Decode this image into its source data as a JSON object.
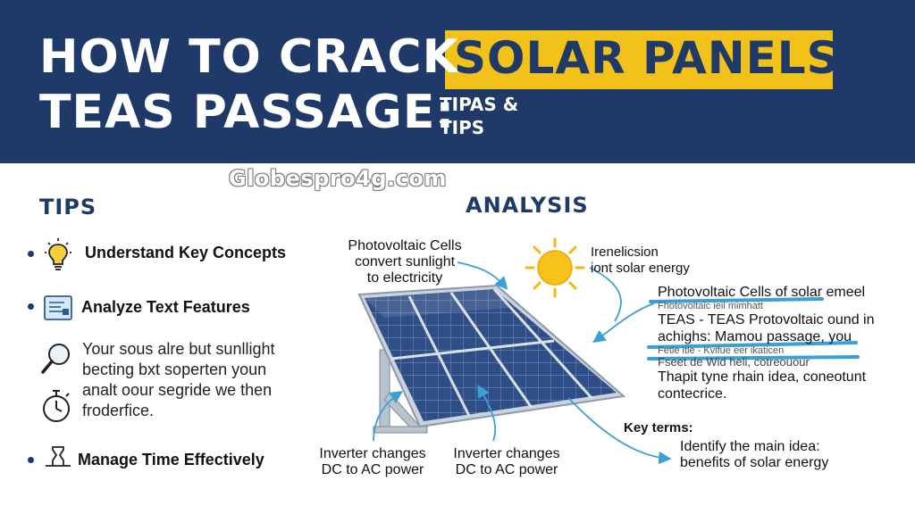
{
  "header": {
    "title_line1": "HOW TO CRACK",
    "title_highlight": "SOLAR PANELS",
    "title_line2": "TEAS PASSAGE:",
    "subtitle_line1": "TIPAS &",
    "subtitle_line2": "TIPS"
  },
  "watermark": "Globespro4g.com",
  "tips": {
    "heading": "TIPS",
    "items": [
      {
        "label": "Understand Key Concepts",
        "icon": "lightbulb-icon"
      },
      {
        "label": "Analyze Text Features",
        "icon": "document-icon"
      },
      {
        "label": "Manage Time Effectively",
        "icon": "hourglass-icon"
      }
    ],
    "paragraph": "Your sous alre but sunllight becting bxt soperten youn analt oour segride we then froderfice.",
    "paragraph_icons": [
      "magnifier-icon",
      "stopwatch-icon"
    ]
  },
  "analysis": {
    "heading": "ANALYSIS",
    "label_cells": [
      "Photovoltaic Cells",
      "convert sunlight",
      "to electricity"
    ],
    "label_sun": [
      "Irenelicsion",
      "iont solar energy"
    ],
    "label_inverter_left": [
      "Inverter changes",
      "DC to AC power"
    ],
    "label_inverter_right": [
      "Inverter changes",
      "DC to AC power"
    ],
    "right_paragraph": [
      "Photovoltaic Cells of solar emeel",
      "Fhotovoltaic ieil mimhatt",
      "TEAS - TEAS Protovoltaic ound in",
      "achighs: Mamou passage, you",
      "Fetle itle - Kvifue eer ikaticen",
      "Fseet de Wid heli, cotreouour",
      "Thapit tyne rhain idea, coneotunt",
      "contecrice."
    ],
    "key_terms_label": "Key terms:",
    "key_terms": [
      "Identify the main idea:",
      "benefits of solar energy"
    ]
  },
  "colors": {
    "banner": "#1f3a68",
    "highlight": "#f2c21b",
    "accent_line": "#3aa0d6",
    "panel_blue": "#2f4d86"
  }
}
